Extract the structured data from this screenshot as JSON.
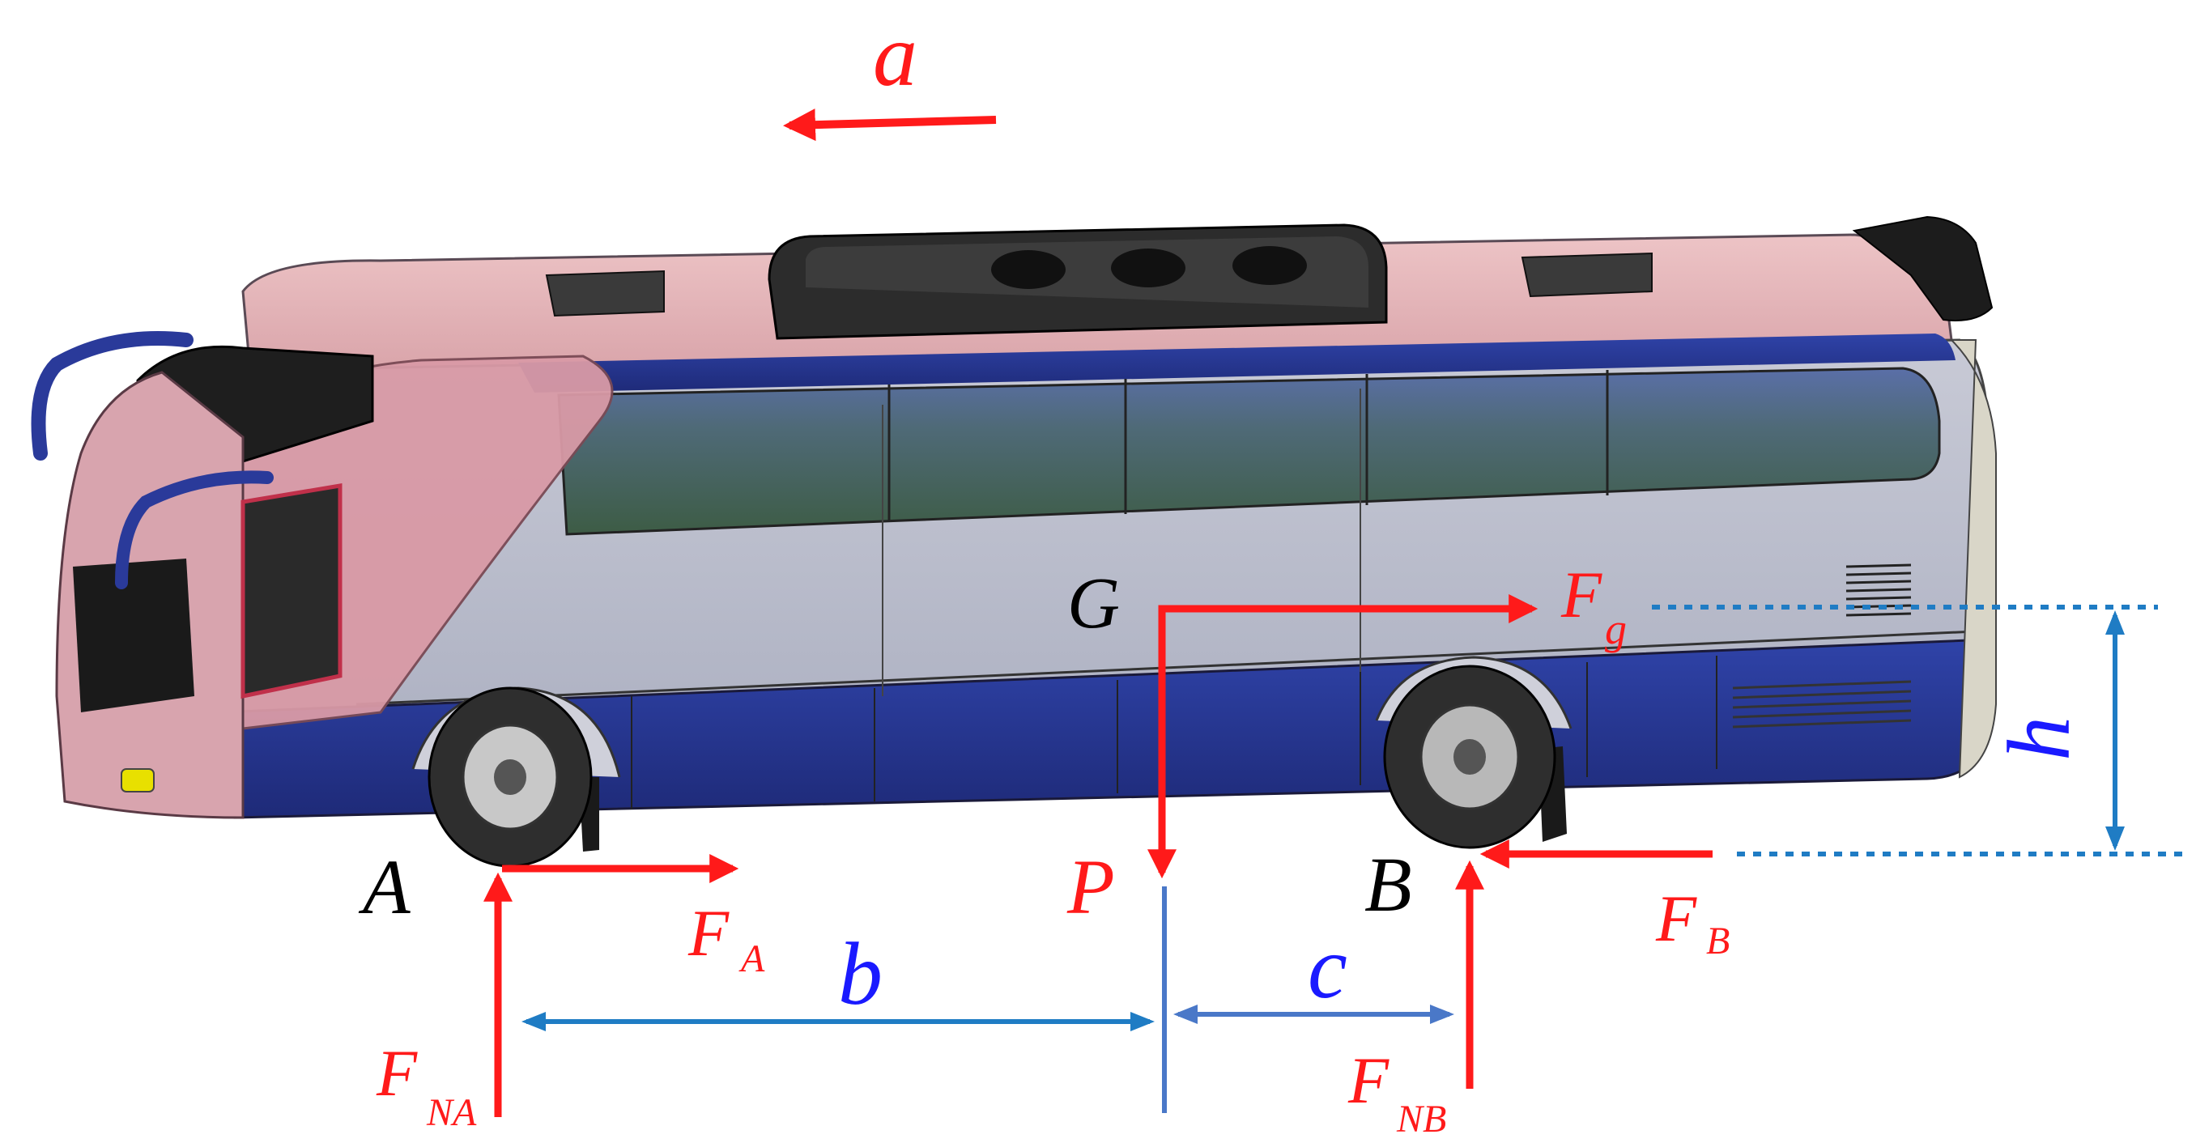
{
  "colors": {
    "force": "#ff1a1a",
    "dimension": "#1f7cc4",
    "dimension_c": "#4a78c8",
    "dimension_text": "#1a1aff",
    "point_label": "#000000",
    "body_blue": "#2a3a9a",
    "body_silver": "#b8bccb",
    "body_pink": "#d89aa4",
    "roof_pink": "#e6b4b8",
    "glass": "#4f6a58",
    "tire": "#2e2e2e",
    "roof_box": "#333333"
  },
  "labels": {
    "acceleration": "a",
    "point_A": "A",
    "point_B": "B",
    "point_G": "G",
    "point_P": "P",
    "force_A": "F",
    "force_A_sub": "A",
    "force_B": "F",
    "force_B_sub": "B",
    "force_g": "F",
    "force_g_sub": "g",
    "normal_A": "F",
    "normal_A_sub": "NA",
    "normal_B": "F",
    "normal_B_sub": "NB",
    "dim_b": "b",
    "dim_c": "c",
    "dim_h": "h"
  }
}
